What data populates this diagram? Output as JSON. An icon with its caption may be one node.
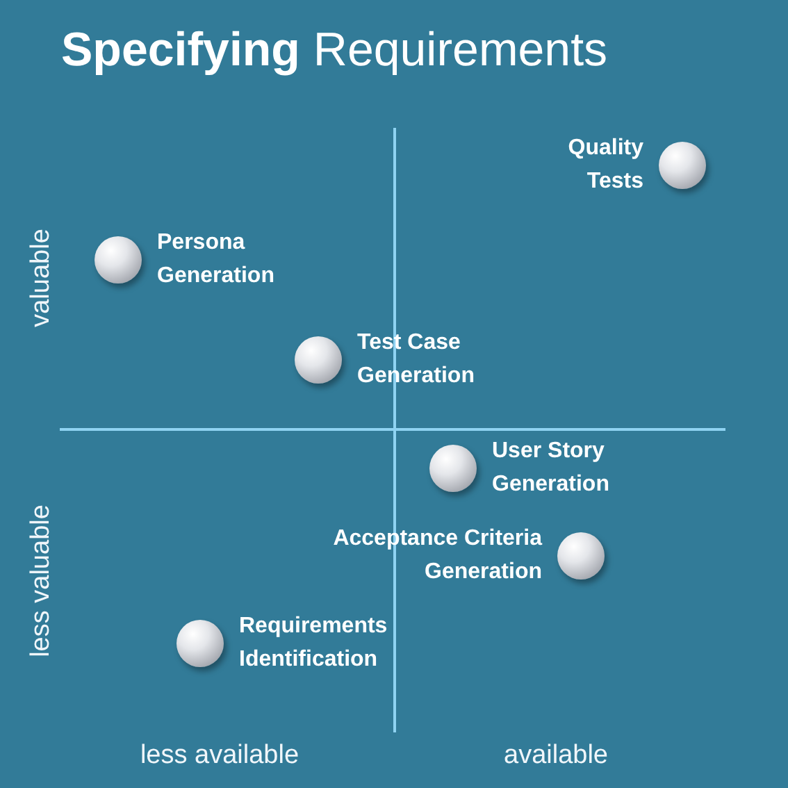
{
  "diagram": {
    "title": "**Specifying** Requirements",
    "nodes": [
      {
        "text": [
          "Quality Tests"
        ]
      },
      {
        "text": [
          "Persona Generation"
        ]
      },
      {
        "text": [
          "Test Case Generation"
        ]
      },
      {
        "text": [
          "User Story Generation"
        ]
      },
      {
        "text": [
          "Acceptance Criteria Generation"
        ]
      },
      {
        "text": [
          "Requirements Identification"
        ]
      }
    ],
    "labels": [
      "valuable",
      "less valuable",
      "less available",
      "available"
    ]
  }
}
